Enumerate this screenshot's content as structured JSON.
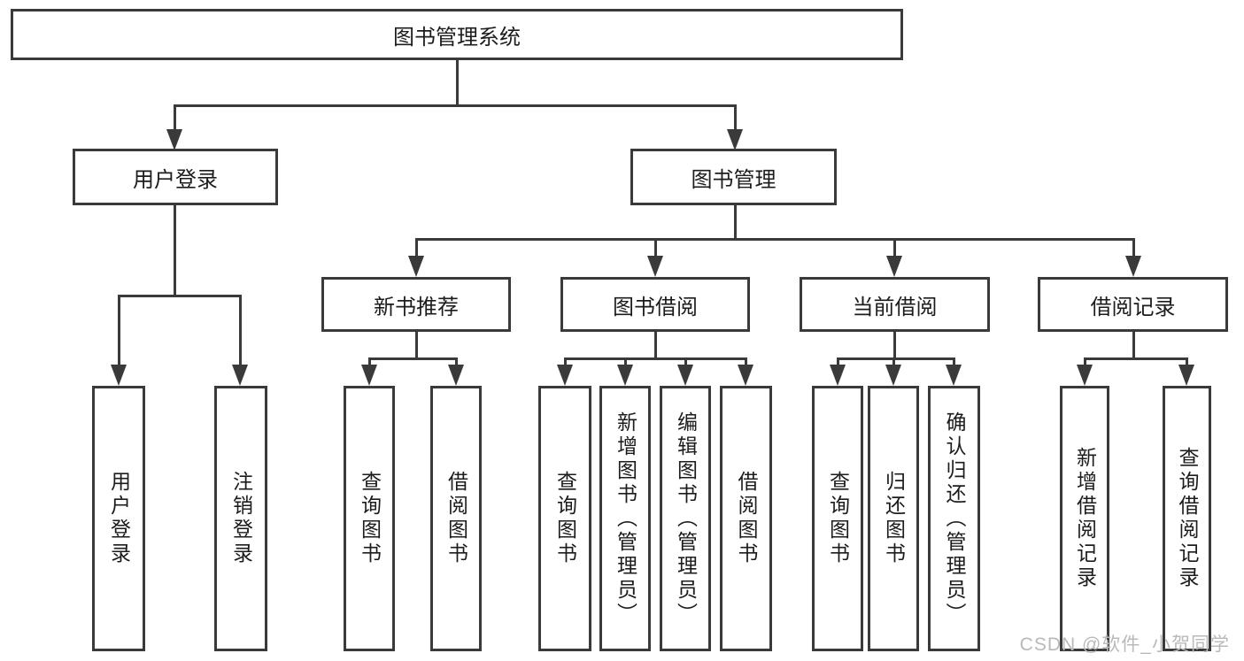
{
  "colors": {
    "line": "#3a3a3a",
    "text": "#1c1c1c",
    "background": "#ffffff",
    "watermark": "#b9b9b9"
  },
  "tree": {
    "root": {
      "label": "图书管理系统"
    },
    "branches": [
      {
        "label": "用户登录",
        "children": [
          {
            "label": "用户登录"
          },
          {
            "label": "注销登录"
          }
        ]
      },
      {
        "label": "图书管理",
        "children": [
          {
            "label": "新书推荐",
            "children": [
              {
                "label": "查询图书"
              },
              {
                "label": "借阅图书"
              }
            ]
          },
          {
            "label": "图书借阅",
            "children": [
              {
                "label": "查询图书"
              },
              {
                "label": "新增图书（管理员）"
              },
              {
                "label": "编辑图书（管理员）"
              },
              {
                "label": "借阅图书"
              }
            ]
          },
          {
            "label": "当前借阅",
            "children": [
              {
                "label": "查询图书"
              },
              {
                "label": "归还图书"
              },
              {
                "label": "确认归还（管理员）"
              }
            ]
          },
          {
            "label": "借阅记录",
            "children": [
              {
                "label": "新增借阅记录"
              },
              {
                "label": "查询借阅记录"
              }
            ]
          }
        ]
      }
    ]
  },
  "watermark": {
    "text": "CSDN @软件_小贺同学"
  }
}
